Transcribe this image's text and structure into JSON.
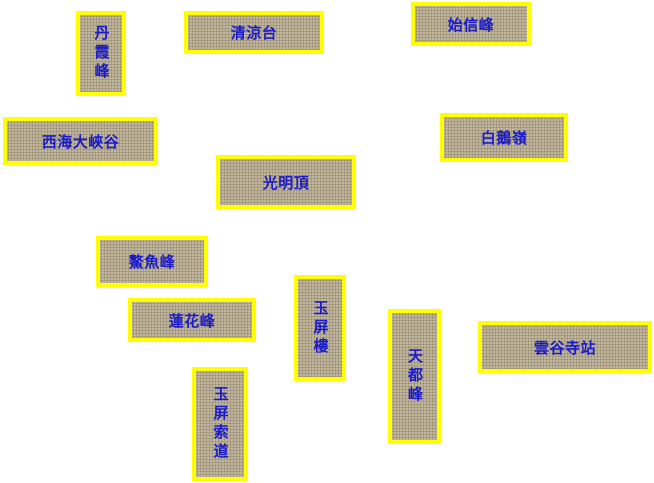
{
  "map": {
    "background_color": "#ffffff",
    "label_border_color": "#ffff00",
    "label_fill_color": "#b5aa8e",
    "label_text_color": "#1a1acc",
    "labels": {
      "danxiafeng": "丹霞峰",
      "qingliangtai": "清涼台",
      "shixinfeng": "始信峰",
      "xihaidaxiagu": "西海大峽谷",
      "baiepeng": "白鵝嶺",
      "guangmingding": "光明頂",
      "aoyufeng": "鰲魚峰",
      "lianhuafeng": "蓮花峰",
      "yupinglou": "玉屏樓",
      "tiandufeng": "天都峰",
      "yungusizhan": "雲谷寺站",
      "yupingsuodao": "玉屏索道"
    }
  }
}
